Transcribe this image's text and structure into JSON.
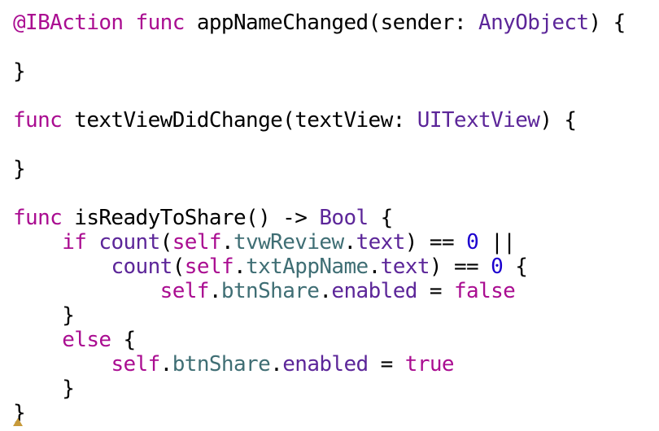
{
  "code": {
    "lines": [
      [
        {
          "t": "@IBAction",
          "k": "kw"
        },
        {
          "t": " ",
          "k": "plain"
        },
        {
          "t": "func",
          "k": "kw"
        },
        {
          "t": " appNameChanged(sender: ",
          "k": "plain"
        },
        {
          "t": "AnyObject",
          "k": "type"
        },
        {
          "t": ") {",
          "k": "plain"
        }
      ],
      [],
      [
        {
          "t": "}",
          "k": "plain"
        }
      ],
      [],
      [
        {
          "t": "func",
          "k": "kw"
        },
        {
          "t": " textViewDidChange(textView: ",
          "k": "plain"
        },
        {
          "t": "UITextView",
          "k": "type"
        },
        {
          "t": ") {",
          "k": "plain"
        }
      ],
      [],
      [
        {
          "t": "}",
          "k": "plain"
        }
      ],
      [],
      [
        {
          "t": "func",
          "k": "kw"
        },
        {
          "t": " isReadyToShare() -> ",
          "k": "plain"
        },
        {
          "t": "Bool",
          "k": "type"
        },
        {
          "t": " {",
          "k": "plain"
        }
      ],
      [
        {
          "t": "    ",
          "k": "plain"
        },
        {
          "t": "if",
          "k": "kw"
        },
        {
          "t": " ",
          "k": "plain"
        },
        {
          "t": "count",
          "k": "type"
        },
        {
          "t": "(",
          "k": "plain"
        },
        {
          "t": "self",
          "k": "kw"
        },
        {
          "t": ".",
          "k": "plain"
        },
        {
          "t": "tvwReview",
          "k": "prop"
        },
        {
          "t": ".",
          "k": "plain"
        },
        {
          "t": "text",
          "k": "type"
        },
        {
          "t": ") == ",
          "k": "plain"
        },
        {
          "t": "0",
          "k": "num"
        },
        {
          "t": " ||",
          "k": "plain"
        }
      ],
      [
        {
          "t": "        ",
          "k": "plain"
        },
        {
          "t": "count",
          "k": "type"
        },
        {
          "t": "(",
          "k": "plain"
        },
        {
          "t": "self",
          "k": "kw"
        },
        {
          "t": ".",
          "k": "plain"
        },
        {
          "t": "txtAppName",
          "k": "prop"
        },
        {
          "t": ".",
          "k": "plain"
        },
        {
          "t": "text",
          "k": "type"
        },
        {
          "t": ") == ",
          "k": "plain"
        },
        {
          "t": "0",
          "k": "num"
        },
        {
          "t": " {",
          "k": "plain"
        }
      ],
      [
        {
          "t": "            ",
          "k": "plain"
        },
        {
          "t": "self",
          "k": "kw"
        },
        {
          "t": ".",
          "k": "plain"
        },
        {
          "t": "btnShare",
          "k": "prop"
        },
        {
          "t": ".",
          "k": "plain"
        },
        {
          "t": "enabled",
          "k": "type"
        },
        {
          "t": " = ",
          "k": "plain"
        },
        {
          "t": "false",
          "k": "kw"
        }
      ],
      [
        {
          "t": "    }",
          "k": "plain"
        }
      ],
      [
        {
          "t": "    ",
          "k": "plain"
        },
        {
          "t": "else",
          "k": "kw"
        },
        {
          "t": " {",
          "k": "plain"
        }
      ],
      [
        {
          "t": "        ",
          "k": "plain"
        },
        {
          "t": "self",
          "k": "kw"
        },
        {
          "t": ".",
          "k": "plain"
        },
        {
          "t": "btnShare",
          "k": "prop"
        },
        {
          "t": ".",
          "k": "plain"
        },
        {
          "t": "enabled",
          "k": "type"
        },
        {
          "t": " = ",
          "k": "plain"
        },
        {
          "t": "true",
          "k": "kw"
        }
      ],
      [
        {
          "t": "    }",
          "k": "plain"
        }
      ],
      [
        {
          "t": "}",
          "k": "plain"
        }
      ]
    ]
  },
  "colors": {
    "keyword": "#aa0d91",
    "type": "#5c2699",
    "property": "#3f6e74",
    "number": "#1c00cf",
    "plain": "#000000",
    "background": "#ffffff"
  }
}
